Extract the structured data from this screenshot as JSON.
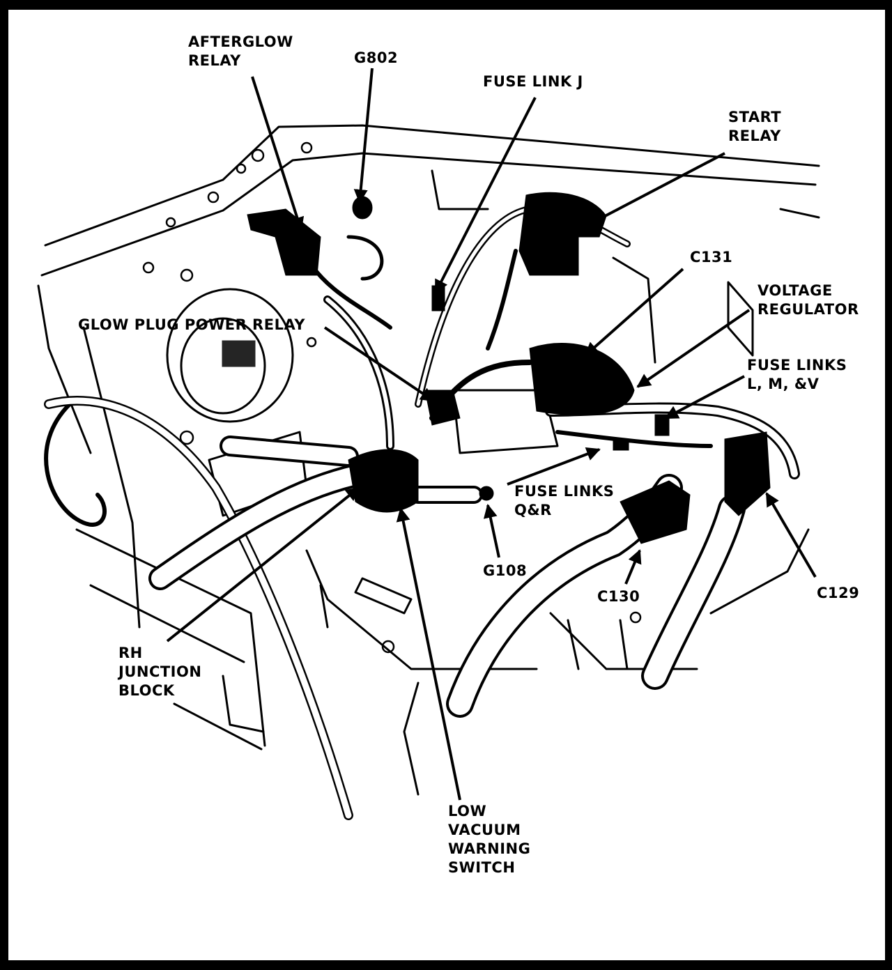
{
  "labels": {
    "afterglow_relay": [
      "AFTERGLOW",
      "RELAY"
    ],
    "g802": "G802",
    "fuse_link_j": "FUSE LINK J",
    "start_relay": [
      "START",
      "RELAY"
    ],
    "c131": "C131",
    "voltage_regulator": [
      "VOLTAGE",
      "REGULATOR"
    ],
    "glow_plug_power_relay": "GLOW PLUG POWER RELAY",
    "fuse_links_lmv": [
      "FUSE LINKS",
      "L, M, &V"
    ],
    "fuse_links_qr": [
      "FUSE LINKS",
      "Q&R"
    ],
    "g108": "G108",
    "c130": "C130",
    "c129": "C129",
    "rh_junction_block": [
      "RH",
      "JUNCTION",
      "BLOCK"
    ],
    "low_vacuum_warning_switch": [
      "LOW",
      "VACUUM",
      "WARNING",
      "SWITCH"
    ]
  }
}
